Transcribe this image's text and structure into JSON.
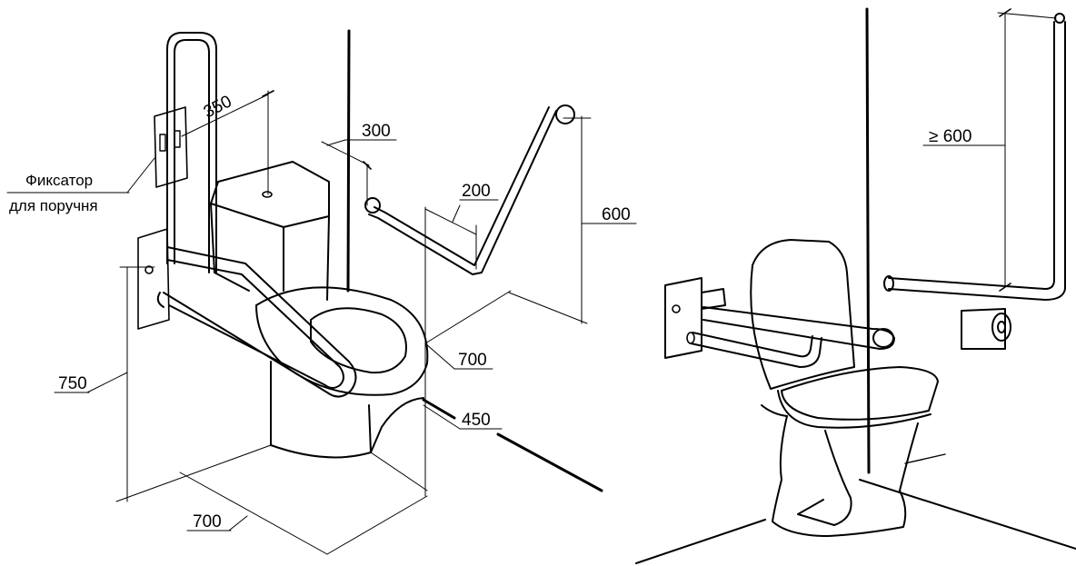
{
  "left_figure": {
    "labels": {
      "fixator_line1": "Фиксатор",
      "fixator_line2": "для поручня",
      "dim_350": "350",
      "dim_300": "300",
      "dim_200": "200",
      "dim_600": "600",
      "dim_700_right": "700",
      "dim_450": "450",
      "dim_750": "750",
      "dim_700_bottom": "700"
    }
  },
  "right_figure": {
    "labels": {
      "dim_ge600": "≥ 600"
    }
  },
  "colors": {
    "ink": "#000000",
    "paper": "#ffffff"
  }
}
